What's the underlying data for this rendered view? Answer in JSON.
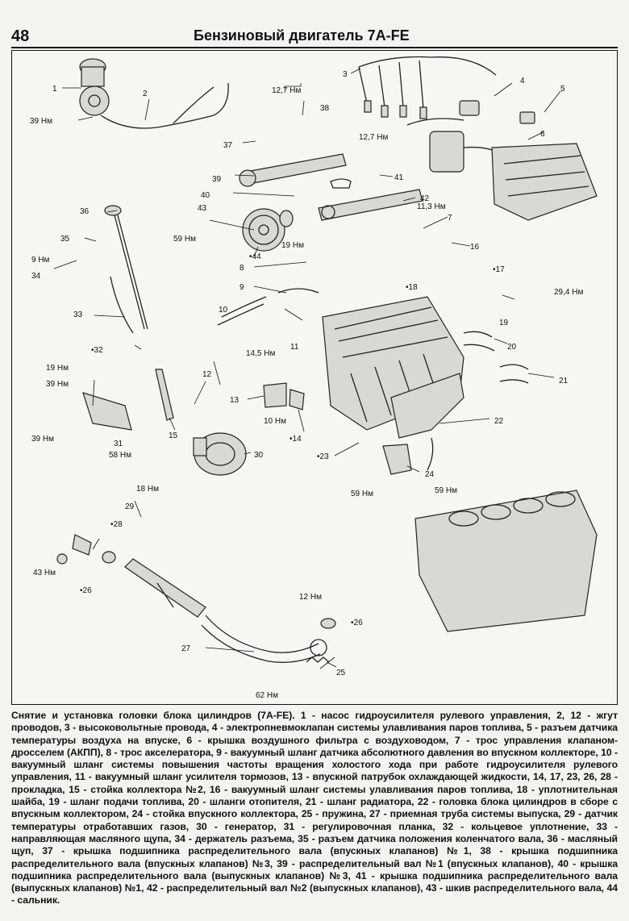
{
  "header": {
    "page_number": "48",
    "title": "Бензиновый двигатель 7A-FE"
  },
  "callouts": [
    {
      "id": "c1",
      "text": "1"
    },
    {
      "id": "c2",
      "text": "2"
    },
    {
      "id": "c3",
      "text": "3"
    },
    {
      "id": "c4",
      "text": "4"
    },
    {
      "id": "c5",
      "text": "5"
    },
    {
      "id": "c6",
      "text": "6"
    },
    {
      "id": "c7",
      "text": "7"
    },
    {
      "id": "c8",
      "text": "8"
    },
    {
      "id": "c9",
      "text": "9"
    },
    {
      "id": "c10",
      "text": "10"
    },
    {
      "id": "c11",
      "text": "11"
    },
    {
      "id": "c12",
      "text": "12"
    },
    {
      "id": "c13",
      "text": "13"
    },
    {
      "id": "c14",
      "text": "•14"
    },
    {
      "id": "c15",
      "text": "15"
    },
    {
      "id": "c16",
      "text": "16"
    },
    {
      "id": "c17",
      "text": "•17"
    },
    {
      "id": "c18",
      "text": "•18"
    },
    {
      "id": "c19",
      "text": "19"
    },
    {
      "id": "c20",
      "text": "20"
    },
    {
      "id": "c21",
      "text": "21"
    },
    {
      "id": "c22",
      "text": "22"
    },
    {
      "id": "c23",
      "text": "•23"
    },
    {
      "id": "c24",
      "text": "24"
    },
    {
      "id": "c25",
      "text": "25"
    },
    {
      "id": "c26a",
      "text": "•26"
    },
    {
      "id": "c26b",
      "text": "•26"
    },
    {
      "id": "c27",
      "text": "27"
    },
    {
      "id": "c28",
      "text": "•28"
    },
    {
      "id": "c29",
      "text": "29"
    },
    {
      "id": "c30",
      "text": "30"
    },
    {
      "id": "c31",
      "text": "31"
    },
    {
      "id": "c32",
      "text": "•32"
    },
    {
      "id": "c33",
      "text": "33"
    },
    {
      "id": "c34",
      "text": "34"
    },
    {
      "id": "c35",
      "text": "35"
    },
    {
      "id": "c36",
      "text": "36"
    },
    {
      "id": "c37",
      "text": "37"
    },
    {
      "id": "c38",
      "text": "38"
    },
    {
      "id": "c39",
      "text": "39"
    },
    {
      "id": "c40",
      "text": "40"
    },
    {
      "id": "c41",
      "text": "41"
    },
    {
      "id": "c42",
      "text": "42"
    },
    {
      "id": "c43",
      "text": "43"
    },
    {
      "id": "c44",
      "text": "•44"
    }
  ],
  "torques": [
    {
      "id": "t1",
      "text": "39 Нм"
    },
    {
      "id": "t2",
      "text": "12,7 Нм"
    },
    {
      "id": "t3",
      "text": "12,7 Нм"
    },
    {
      "id": "t4",
      "text": "11,3 Нм"
    },
    {
      "id": "t5",
      "text": "59 Нм"
    },
    {
      "id": "t6",
      "text": "19 Нм"
    },
    {
      "id": "t7",
      "text": "9 Нм"
    },
    {
      "id": "t8",
      "text": "29,4 Нм"
    },
    {
      "id": "t9",
      "text": "14,5 Нм"
    },
    {
      "id": "t10",
      "text": "19 Нм"
    },
    {
      "id": "t11",
      "text": "39 Нм"
    },
    {
      "id": "t12",
      "text": "39 Нм"
    },
    {
      "id": "t13",
      "text": "10 Нм"
    },
    {
      "id": "t14",
      "text": "58 Нм"
    },
    {
      "id": "t15",
      "text": "18 Нм"
    },
    {
      "id": "t16",
      "text": "59 Нм"
    },
    {
      "id": "t17",
      "text": "59 Нм"
    },
    {
      "id": "t18",
      "text": "43 Нм"
    },
    {
      "id": "t19",
      "text": "12 Нм"
    },
    {
      "id": "t20",
      "text": "62 Нм"
    }
  ],
  "caption": {
    "title": "Снятие и установка головки блока цилиндров (7A-FE).",
    "body": " 1 - насос гидроусилителя рулевого управления, 2, 12 - жгут проводов, 3 - высоковольтные провода, 4 - электропневмоклапан системы улавливания паров топлива, 5 - разъем датчика температуры воздуха на впуске, 6 - крышка воздушного фильтра с воздуховодом, 7 - трос управления клапаном-дросселем (АКПП), 8 - трос акселератора, 9 - вакуумный шланг датчика абсолютного давления во впускном коллекторе, 10 - вакуумный шланг системы повышения частоты вращения холостого хода при работе гидроусилителя рулевого управления, 11 - вакуумный шланг усилителя тормозов, 13 - впускной патрубок охлаждающей жидкости, 14, 17, 23, 26, 28 - прокладка, 15 - стойка коллектора №2, 16 - вакуумный шланг системы улавливания паров топлива, 18 - уплотнительная шайба, 19 - шланг подачи топлива, 20 - шланги отопителя, 21 - шланг радиатора, 22 - головка блока цилиндров в сборе с впускным коллектором, 24 - стойка впускного коллектора, 25 - пружина, 27 - приемная труба системы выпуска, 29 - датчик температуры отработавших газов, 30 - генератор, 31 - регулировочная планка, 32 - кольцевое уплотнение, 33 - направляющая масляного щупа, 34 - держатель разъема, 35 - разъем датчика положения коленчатого вала, 36 - масляный щуп, 37 - крышка подшипника распределительного вала (впускных клапанов) №1, 38 - крышка подшипника распределительного вала (впускных клапанов) №3, 39 - распределительный вал №1 (впускных клапанов), 40 - крышка подшипника распределительного вала (выпускных клапанов) №3, 41 - крышка подшипника распределительного вала (выпускных клапанов) №1, 42 - распределительный вал №2 (выпускных клапанов), 43 - шкив распределительного вала, 44 - сальник."
  }
}
